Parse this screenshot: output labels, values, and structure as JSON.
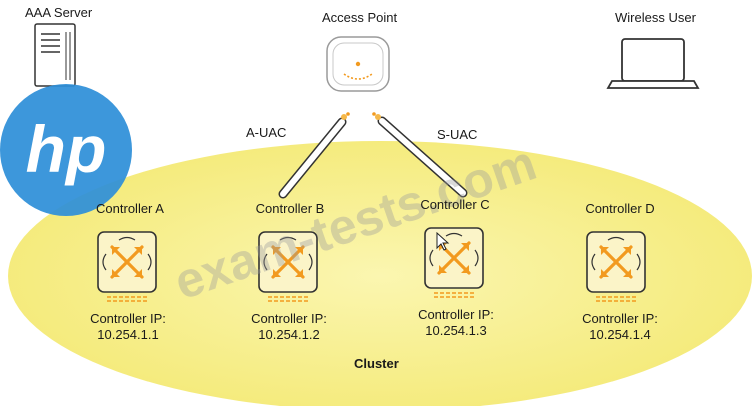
{
  "nodes": {
    "aaa_server": "AAA Server",
    "access_point": "Access Point",
    "wireless_user": "Wireless User"
  },
  "links": {
    "a_uac": "A-UAC",
    "s_uac": "S-UAC"
  },
  "cluster_label": "Cluster",
  "controllers": [
    {
      "name": "Controller A",
      "ip_label": "Controller IP:",
      "ip": "10.254.1.1"
    },
    {
      "name": "Controller B",
      "ip_label": "Controller IP:",
      "ip": "10.254.1.2"
    },
    {
      "name": "Controller C",
      "ip_label": "Controller IP:",
      "ip": "10.254.1.3"
    },
    {
      "name": "Controller D",
      "ip_label": "Controller IP:",
      "ip": "10.254.1.4"
    }
  ],
  "watermark": {
    "text": "exam-tests.com",
    "logo": "hp"
  },
  "colors": {
    "cluster_fill": "#f7ef8c",
    "controller_fill": "#fbf4c8",
    "arrow_orange": "#f29a1f",
    "watermark_blue": "#2e8fd8",
    "line_dark": "#333333"
  },
  "icons": {
    "server": "server-icon",
    "access_point": "access-point-icon",
    "laptop": "laptop-icon",
    "controller": "controller-icon",
    "logo": "hp-logo-icon"
  }
}
